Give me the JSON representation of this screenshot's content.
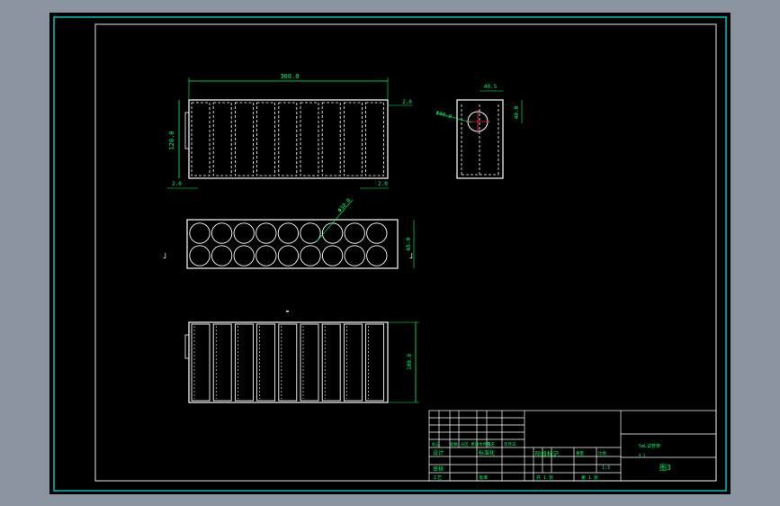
{
  "colors": {
    "workspace": "#8a95a1",
    "sheet": "#000000",
    "outer_border": "#00cccc",
    "inner_border": "#e8e8e8",
    "geometry": "#ffffff",
    "dimension": "#00ff66",
    "marker": "#ff3333"
  },
  "front_view": {
    "length_dim": "300.0",
    "height_dim": "120.0",
    "left_offset_dim": "2.0",
    "right_offset_dim": "2.0",
    "top_offset_dim": "2.0"
  },
  "side_view": {
    "width_dim": "40.5",
    "hole_dim": "Φ40.0",
    "height_dim": "40.0"
  },
  "top_view": {
    "diameter_dim": "Φ30.0",
    "width_dim": "65.0",
    "section_left_mark": "」",
    "section_right_mark": "」"
  },
  "bottom_view": {
    "section_mark": "▬",
    "height_dim": "100.0"
  },
  "title_block": {
    "row1_left": "标记",
    "row1_mid": "处数 分区 更改文件号",
    "row1_sign": "签名",
    "row1_date": "年月日",
    "designer": "设计",
    "std": "标准化",
    "review": "审核",
    "craft": "工艺",
    "approve": "批准",
    "stage_label": "阶段标记",
    "weight_label": "重量",
    "scale_label": "比例",
    "scale_value": "1:3",
    "sheet_total": "共 1 张",
    "sheet_no": "第 1 张",
    "material_text": "5mL试管架",
    "part_text": "A-1",
    "drawing_no": "图3"
  }
}
